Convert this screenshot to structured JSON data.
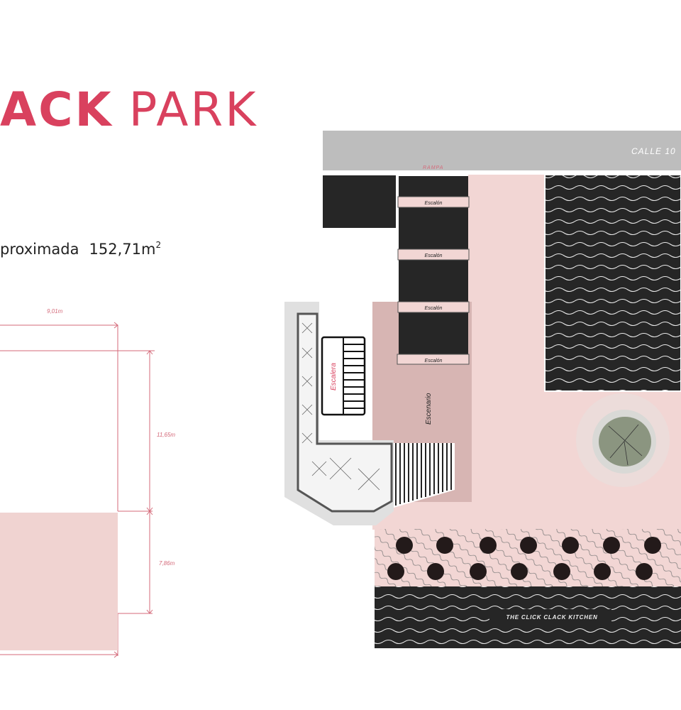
{
  "title": {
    "bold_part": "ACK",
    "regular_part": "PARK"
  },
  "area": {
    "label": "proximada",
    "value": "152,71m",
    "superscript": "2"
  },
  "dimensions": {
    "width": "9,01m",
    "height_upper": "11,65m",
    "height_lower": "7,86m"
  },
  "plan": {
    "street": "CALLE 10",
    "ramp": "RAMPA",
    "steps": [
      "Escalón",
      "Escalón",
      "Escalón",
      "Escalón"
    ],
    "stairs": "Escalera",
    "stage": "Escenario",
    "kitchen": "THE CLICK CLACK KITCHEN"
  },
  "colors": {
    "brand": "#d9415e",
    "floor": "#f2d6d4",
    "stage": "#d7b5b3",
    "dark": "#262626",
    "street": "#bdbdbd",
    "tree": "#8b9580"
  }
}
